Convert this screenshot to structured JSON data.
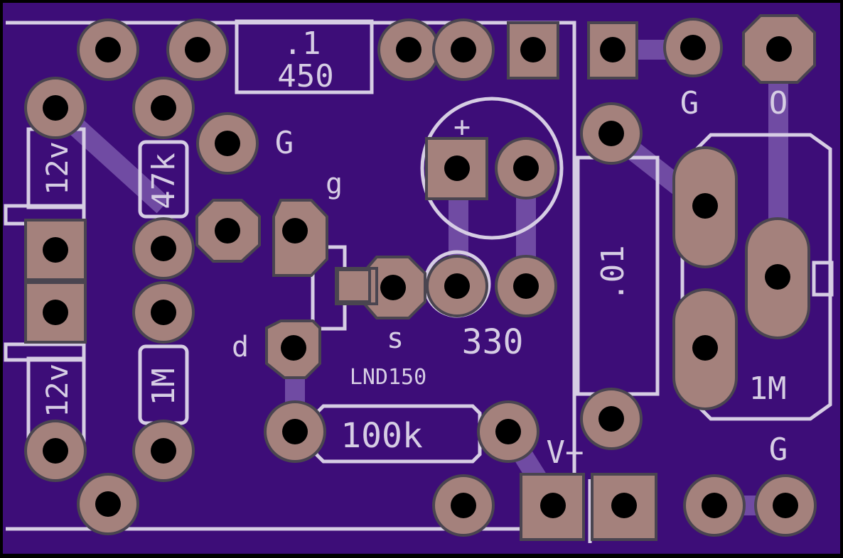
{
  "board": {
    "colors": {
      "background": "#000000",
      "board": "#3d0d78",
      "trace": "#9b7fc7",
      "pad": "#a4817c",
      "pad_outline": "#4a4550",
      "drill": "#000000",
      "silk": "#d6cde4"
    },
    "labels": {
      "cap_value": ".1",
      "cap_voltage": "450",
      "g_top_left": "G",
      "g_top_right": "G",
      "o_top_right": "O",
      "g_lower_right": "G",
      "res_47k": "47k",
      "zener_top": "12v",
      "zener_bottom": "12v",
      "res_1m_left": "1M",
      "res_1m_right": "1M",
      "gate": "g",
      "drain": "d",
      "source": "s",
      "mosfet": "LND150",
      "res_330": "330",
      "res_100k": "100k",
      "vplus": "V+",
      "cap_01": ".01",
      "electrolytic_plus": "+"
    }
  }
}
